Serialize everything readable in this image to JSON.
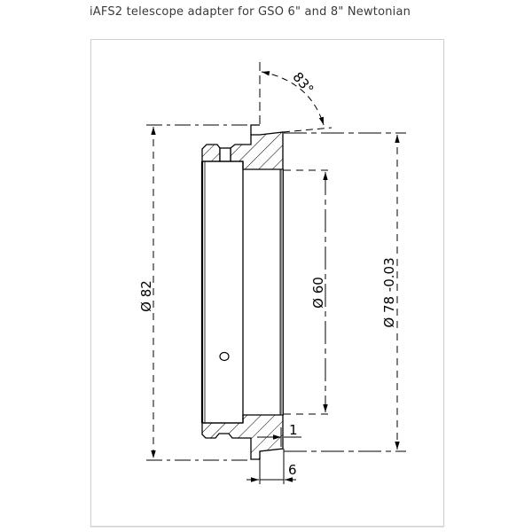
{
  "page": {
    "title": "iAFS2 telescope adapter for GSO 6\" and 8\" Newtonian"
  },
  "drawing": {
    "type": "technical cross-section drawing",
    "line_color": "#000000",
    "hatch_color": "#000000",
    "frame_border_color": "#cfcfcf",
    "dimensions": {
      "outer_diameter": {
        "symbol": "Ø",
        "value": "82",
        "label": "Ø 82"
      },
      "inner_diameter": {
        "symbol": "Ø",
        "value": "60",
        "label": "Ø 60"
      },
      "fit_diameter": {
        "symbol": "Ø",
        "value": "78",
        "tolerance": "-0.03",
        "label": "Ø 78 -0.03"
      },
      "angle": {
        "value": "83",
        "unit": "°",
        "label": "83°"
      },
      "lip_width": {
        "value": "1",
        "label": "1"
      },
      "flange_width": {
        "value": "6",
        "label": "6"
      }
    },
    "features": [
      "set-screw hole"
    ]
  }
}
